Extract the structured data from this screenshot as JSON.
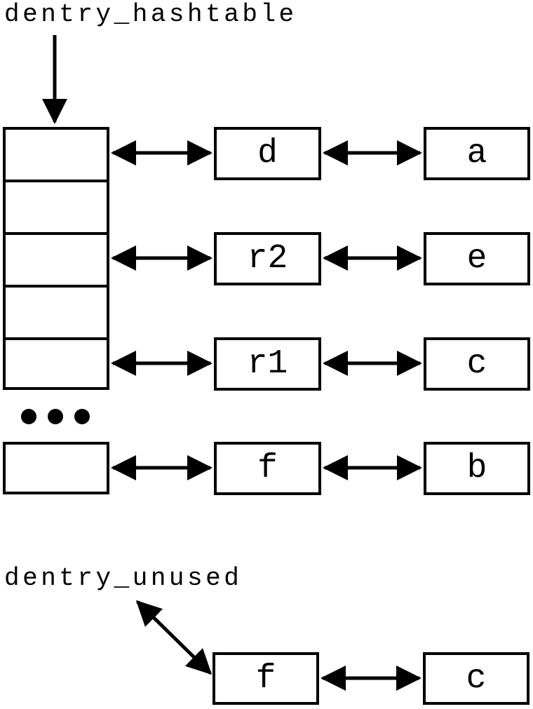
{
  "diagram": {
    "title_label": "dentry_hashtable",
    "unused_label": "dentry_unused",
    "hashtable": {
      "bucket_count": 5,
      "linked_bucket_rows": [
        1,
        3,
        5
      ],
      "rows": [
        {
          "left": "d",
          "right": "a"
        },
        {
          "left": "r2",
          "right": "e"
        },
        {
          "left": "r1",
          "right": "c"
        }
      ],
      "detached_row": {
        "left": "f",
        "right": "b"
      }
    },
    "unused_list": {
      "row": {
        "left": "f",
        "right": "c"
      }
    },
    "colors": {
      "line": "#000000",
      "background": "#ffffff"
    }
  }
}
